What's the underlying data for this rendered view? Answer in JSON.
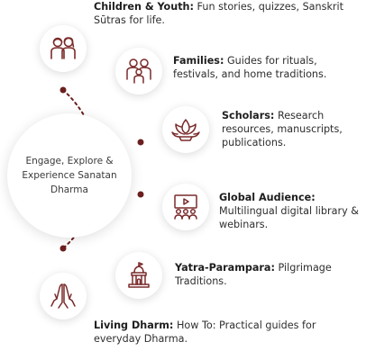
{
  "center": {
    "text": "Engage, Explore & Experience Sanatan Dharma"
  },
  "items": [
    {
      "title": "Children & Youth:",
      "desc": "Fun stories, quizzes, Sanskrit Sūtras for life.",
      "icon": "children-icon"
    },
    {
      "title": "Families:",
      "desc": "Guides for rituals, festivals, and home traditions.",
      "icon": "family-icon"
    },
    {
      "title": "Scholars:",
      "desc": "Research resources, manuscripts, publications.",
      "icon": "lotus-icon"
    },
    {
      "title": "Global Audience:",
      "desc": "Multilingual digital library & webinars.",
      "icon": "webinar-icon"
    },
    {
      "title": "Yatra-Parampara:",
      "desc": "Pilgrimage Traditions.",
      "icon": "temple-icon"
    },
    {
      "title": "Living Dharm:",
      "desc": "How To: Practical guides for everyday Dharma.",
      "icon": "namaste-hands-icon"
    }
  ],
  "colors": {
    "accent": "#6b1f1f",
    "icon_stroke": "#7a2b2b",
    "text": "#2e2e2e"
  }
}
